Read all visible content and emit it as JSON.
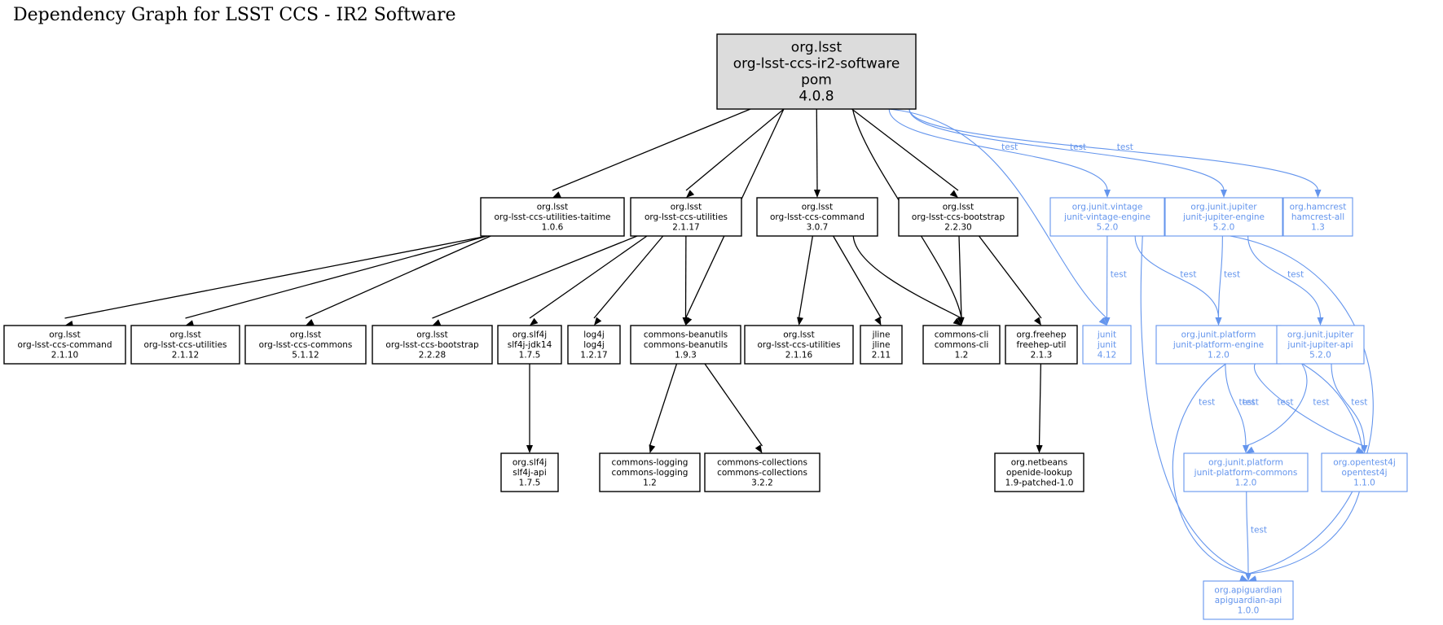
{
  "title": "Dependency Graph for LSST CCS - IR2 Software",
  "colors": {
    "compile_edge": "#000000",
    "test_edge": "#6495ed",
    "root_fill": "#dcdcdc"
  },
  "nodes": [
    {
      "id": "root",
      "lines": [
        "org.lsst",
        "org-lsst-ccs-ir2-software",
        "pom",
        "4.0.8"
      ],
      "test": false,
      "root": true
    },
    {
      "id": "taitime",
      "lines": [
        "org.lsst",
        "org-lsst-ccs-utilities-taitime",
        "1.0.6"
      ],
      "test": false
    },
    {
      "id": "utilities2117",
      "lines": [
        "org.lsst",
        "org-lsst-ccs-utilities",
        "2.1.17"
      ],
      "test": false
    },
    {
      "id": "command307",
      "lines": [
        "org.lsst",
        "org-lsst-ccs-command",
        "3.0.7"
      ],
      "test": false
    },
    {
      "id": "bootstrap2230",
      "lines": [
        "org.lsst",
        "org-lsst-ccs-bootstrap",
        "2.2.30"
      ],
      "test": false
    },
    {
      "id": "vintage",
      "lines": [
        "org.junit.vintage",
        "junit-vintage-engine",
        "5.2.0"
      ],
      "test": true
    },
    {
      "id": "jupiterengine",
      "lines": [
        "org.junit.jupiter",
        "junit-jupiter-engine",
        "5.2.0"
      ],
      "test": true
    },
    {
      "id": "hamcrest",
      "lines": [
        "org.hamcrest",
        "hamcrest-all",
        "1.3"
      ],
      "test": true
    },
    {
      "id": "command2110",
      "lines": [
        "org.lsst",
        "org-lsst-ccs-command",
        "2.1.10"
      ],
      "test": false
    },
    {
      "id": "utilities2112",
      "lines": [
        "org.lsst",
        "org-lsst-ccs-utilities",
        "2.1.12"
      ],
      "test": false
    },
    {
      "id": "commons5112",
      "lines": [
        "org.lsst",
        "org-lsst-ccs-commons",
        "5.1.12"
      ],
      "test": false
    },
    {
      "id": "bootstrap2228",
      "lines": [
        "org.lsst",
        "org-lsst-ccs-bootstrap",
        "2.2.28"
      ],
      "test": false
    },
    {
      "id": "slf4jjdk14",
      "lines": [
        "org.slf4j",
        "slf4j-jdk14",
        "1.7.5"
      ],
      "test": false
    },
    {
      "id": "log4j",
      "lines": [
        "log4j",
        "log4j",
        "1.2.17"
      ],
      "test": false
    },
    {
      "id": "beanutils",
      "lines": [
        "commons-beanutils",
        "commons-beanutils",
        "1.9.3"
      ],
      "test": false
    },
    {
      "id": "utilities2116",
      "lines": [
        "org.lsst",
        "org-lsst-ccs-utilities",
        "2.1.16"
      ],
      "test": false
    },
    {
      "id": "jline",
      "lines": [
        "jline",
        "jline",
        "2.11"
      ],
      "test": false
    },
    {
      "id": "commonscli",
      "lines": [
        "commons-cli",
        "commons-cli",
        "1.2"
      ],
      "test": false
    },
    {
      "id": "freehep",
      "lines": [
        "org.freehep",
        "freehep-util",
        "2.1.3"
      ],
      "test": false
    },
    {
      "id": "junit",
      "lines": [
        "junit",
        "junit",
        "4.12"
      ],
      "test": true
    },
    {
      "id": "platformengine",
      "lines": [
        "org.junit.platform",
        "junit-platform-engine",
        "1.2.0"
      ],
      "test": true
    },
    {
      "id": "jupiterapi",
      "lines": [
        "org.junit.jupiter",
        "junit-jupiter-api",
        "5.2.0"
      ],
      "test": true
    },
    {
      "id": "slf4japi",
      "lines": [
        "org.slf4j",
        "slf4j-api",
        "1.7.5"
      ],
      "test": false
    },
    {
      "id": "logging",
      "lines": [
        "commons-logging",
        "commons-logging",
        "1.2"
      ],
      "test": false
    },
    {
      "id": "collections",
      "lines": [
        "commons-collections",
        "commons-collections",
        "3.2.2"
      ],
      "test": false
    },
    {
      "id": "openide",
      "lines": [
        "org.netbeans",
        "openide-lookup",
        "1.9-patched-1.0"
      ],
      "test": false
    },
    {
      "id": "platformcommons",
      "lines": [
        "org.junit.platform",
        "junit-platform-commons",
        "1.2.0"
      ],
      "test": true
    },
    {
      "id": "opentest4j",
      "lines": [
        "org.opentest4j",
        "opentest4j",
        "1.1.0"
      ],
      "test": true
    },
    {
      "id": "apiguardian",
      "lines": [
        "org.apiguardian",
        "apiguardian-api",
        "1.0.0"
      ],
      "test": true
    }
  ],
  "edges": [
    {
      "from": "root",
      "to": "taitime",
      "label": ""
    },
    {
      "from": "root",
      "to": "utilities2117",
      "label": ""
    },
    {
      "from": "root",
      "to": "beanutils",
      "label": ""
    },
    {
      "from": "root",
      "to": "command307",
      "label": ""
    },
    {
      "from": "root",
      "to": "commonscli",
      "label": ""
    },
    {
      "from": "root",
      "to": "bootstrap2230",
      "label": ""
    },
    {
      "from": "root",
      "to": "junit",
      "label": "test"
    },
    {
      "from": "root",
      "to": "vintage",
      "label": "test"
    },
    {
      "from": "root",
      "to": "jupiterengine",
      "label": "test"
    },
    {
      "from": "root",
      "to": "hamcrest",
      "label": "test"
    },
    {
      "from": "taitime",
      "to": "command2110",
      "label": ""
    },
    {
      "from": "taitime",
      "to": "utilities2112",
      "label": ""
    },
    {
      "from": "taitime",
      "to": "commons5112",
      "label": ""
    },
    {
      "from": "utilities2117",
      "to": "bootstrap2228",
      "label": ""
    },
    {
      "from": "utilities2117",
      "to": "slf4jjdk14",
      "label": ""
    },
    {
      "from": "utilities2117",
      "to": "log4j",
      "label": ""
    },
    {
      "from": "utilities2117",
      "to": "beanutils",
      "label": ""
    },
    {
      "from": "command307",
      "to": "utilities2116",
      "label": ""
    },
    {
      "from": "command307",
      "to": "jline",
      "label": ""
    },
    {
      "from": "command307",
      "to": "commonscli",
      "label": ""
    },
    {
      "from": "bootstrap2230",
      "to": "commonscli",
      "label": ""
    },
    {
      "from": "bootstrap2230",
      "to": "freehep",
      "label": ""
    },
    {
      "from": "vintage",
      "to": "junit",
      "label": "test"
    },
    {
      "from": "vintage",
      "to": "platformengine",
      "label": "test"
    },
    {
      "from": "vintage",
      "to": "apiguardian",
      "label": "test"
    },
    {
      "from": "jupiterengine",
      "to": "platformengine",
      "label": "test"
    },
    {
      "from": "jupiterengine",
      "to": "jupiterapi",
      "label": "test"
    },
    {
      "from": "jupiterengine",
      "to": "apiguardian",
      "label": "test"
    },
    {
      "from": "slf4jjdk14",
      "to": "slf4japi",
      "label": ""
    },
    {
      "from": "beanutils",
      "to": "logging",
      "label": ""
    },
    {
      "from": "beanutils",
      "to": "collections",
      "label": ""
    },
    {
      "from": "freehep",
      "to": "openide",
      "label": ""
    },
    {
      "from": "platformengine",
      "to": "platformcommons",
      "label": "test"
    },
    {
      "from": "platformengine",
      "to": "opentest4j",
      "label": "test"
    },
    {
      "from": "platformengine",
      "to": "apiguardian",
      "label": "test"
    },
    {
      "from": "jupiterapi",
      "to": "platformcommons",
      "label": "test"
    },
    {
      "from": "jupiterapi",
      "to": "opentest4j",
      "label": "test"
    },
    {
      "from": "jupiterapi",
      "to": "apiguardian",
      "label": "test"
    },
    {
      "from": "platformcommons",
      "to": "apiguardian",
      "label": "test"
    }
  ]
}
